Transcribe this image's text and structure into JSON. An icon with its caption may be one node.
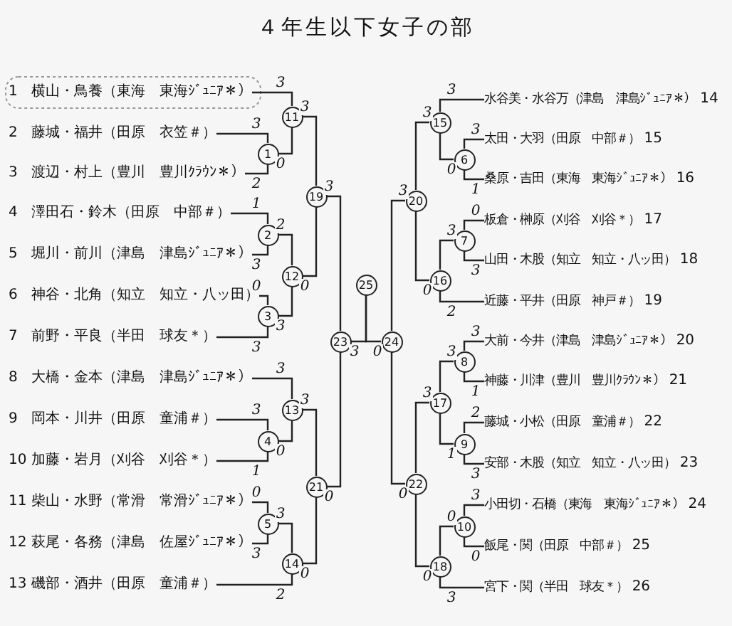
{
  "diagram": {
    "title": "４年生以下女子の部",
    "nodes": [
      {
        "text": [
          "横山・鳥養（東海　東海ｼﾞｭﾆｱ＊）"
        ],
        "beside": [
          "1"
        ]
      },
      {
        "text": [
          "藤城・福井（田原　衣笠＃）"
        ],
        "beside": [
          "2"
        ]
      },
      {
        "text": [
          "渡辺・村上（豊川　豊川ｸﾗｳﾝ＊）"
        ],
        "beside": [
          "3"
        ]
      },
      {
        "text": [
          "澤田石・鈴木（田原　中部＃）"
        ],
        "beside": [
          "4"
        ]
      },
      {
        "text": [
          "堀川・前川（津島　津島ｼﾞｭﾆｱ＊）"
        ],
        "beside": [
          "5"
        ]
      },
      {
        "text": [
          "神谷・北角（知立　知立・八ッ田）"
        ],
        "beside": [
          "6"
        ]
      },
      {
        "text": [
          "前野・平良（半田　球友＊）"
        ],
        "beside": [
          "7"
        ]
      },
      {
        "text": [
          "大橋・金本（津島　津島ｼﾞｭﾆｱ＊）"
        ],
        "beside": [
          "8"
        ]
      },
      {
        "text": [
          "岡本・川井（田原　童浦＃）"
        ],
        "beside": [
          "9"
        ]
      },
      {
        "text": [
          "加藤・岩月（刈谷　刈谷＊）"
        ],
        "beside": [
          "10"
        ]
      },
      {
        "text": [
          "柴山・水野（常滑　常滑ｼﾞｭﾆｱ＊）"
        ],
        "beside": [
          "11"
        ]
      },
      {
        "text": [
          "萩尾・各務（津島　佐屋ｼﾞｭﾆｱ＊）"
        ],
        "beside": [
          "12"
        ]
      },
      {
        "text": [
          "磯部・酒井（田原　童浦＃）"
        ],
        "beside": [
          "13"
        ]
      },
      {
        "text": [
          "水谷美・水谷万（津島　津島ｼﾞｭﾆｱ＊）"
        ],
        "beside": [
          "14"
        ]
      },
      {
        "text": [
          "太田・大羽（田原　中部＃）"
        ],
        "beside": [
          "15"
        ]
      },
      {
        "text": [
          "桑原・吉田（東海　東海ｼﾞｭﾆｱ＊）"
        ],
        "beside": [
          "16"
        ]
      },
      {
        "text": [
          "板倉・榊原（刈谷　刈谷＊）"
        ],
        "beside": [
          "17"
        ]
      },
      {
        "text": [
          "山田・木股（知立　知立・八ッ田）"
        ],
        "beside": [
          "18"
        ]
      },
      {
        "text": [
          "近藤・平井（田原　神戸＃）"
        ],
        "beside": [
          "19"
        ]
      },
      {
        "text": [
          "大前・今井（津島　津島ｼﾞｭﾆｱ＊）"
        ],
        "beside": [
          "20"
        ]
      },
      {
        "text": [
          "神藤・川津（豊川　豊川ｸﾗｳﾝ＊）"
        ],
        "beside": [
          "21"
        ]
      },
      {
        "text": [
          "藤城・小松（田原　童浦＃）"
        ],
        "beside": [
          "22"
        ]
      },
      {
        "text": [
          "安部・木股（知立　知立・八ッ田）"
        ],
        "beside": [
          "23"
        ]
      },
      {
        "text": [
          "小田切・石橋（東海　東海ｼﾞｭﾆｱ＊）"
        ],
        "beside": [
          "24"
        ]
      },
      {
        "text": [
          "飯尾・関（田原　中部＃）"
        ],
        "beside": [
          "25"
        ]
      },
      {
        "text": [
          "宮下・関（半田　球友＊）"
        ],
        "beside": [
          "26"
        ]
      },
      {
        "text": [
          "1"
        ]
      },
      {
        "text": [
          "2"
        ]
      },
      {
        "text": [
          "3"
        ]
      },
      {
        "text": [
          "4"
        ]
      },
      {
        "text": [
          "5"
        ]
      },
      {
        "text": [
          "6"
        ]
      },
      {
        "text": [
          "7"
        ]
      },
      {
        "text": [
          "8"
        ]
      },
      {
        "text": [
          "9"
        ]
      },
      {
        "text": [
          "10"
        ]
      },
      {
        "text": [
          "11"
        ]
      },
      {
        "text": [
          "12"
        ]
      },
      {
        "text": [
          "13"
        ]
      },
      {
        "text": [
          "14"
        ]
      },
      {
        "text": [
          "15"
        ]
      },
      {
        "text": [
          "16"
        ]
      },
      {
        "text": [
          "17"
        ]
      },
      {
        "text": [
          "18"
        ]
      },
      {
        "text": [
          "19"
        ]
      },
      {
        "text": [
          "20"
        ]
      },
      {
        "text": [
          "21"
        ]
      },
      {
        "text": [
          "22"
        ]
      },
      {
        "text": [
          "23"
        ]
      },
      {
        "text": [
          "24"
        ]
      },
      {
        "text": [
          "25"
        ]
      }
    ],
    "edges": [
      {
        "from": 1,
        "to": 26,
        "arrow": "none",
        "label": "3"
      },
      {
        "from": 2,
        "to": 26,
        "arrow": "none",
        "label": "2"
      },
      {
        "from": 0,
        "to": 36,
        "arrow": "none",
        "label": "3"
      },
      {
        "from": 26,
        "to": 36,
        "arrow": "none",
        "label": "0"
      },
      {
        "from": 3,
        "to": 27,
        "arrow": "none",
        "label": "1"
      },
      {
        "from": 4,
        "to": 27,
        "arrow": "none",
        "label": "3"
      },
      {
        "from": 5,
        "to": 28,
        "arrow": "none",
        "label": "0"
      },
      {
        "from": 6,
        "to": 28,
        "arrow": "none",
        "label": "3"
      },
      {
        "from": 27,
        "to": 37,
        "arrow": "none",
        "label": "2"
      },
      {
        "from": 28,
        "to": 37,
        "arrow": "none",
        "label": "3"
      },
      {
        "from": 36,
        "to": 44,
        "arrow": "none",
        "label": "3"
      },
      {
        "from": 37,
        "to": 44,
        "arrow": "none",
        "label": "0"
      },
      {
        "from": 8,
        "to": 29,
        "arrow": "none",
        "label": "3"
      },
      {
        "from": 9,
        "to": 29,
        "arrow": "none",
        "label": "1"
      },
      {
        "from": 7,
        "to": 38,
        "arrow": "none",
        "label": "3"
      },
      {
        "from": 29,
        "to": 38,
        "arrow": "none",
        "label": "0"
      },
      {
        "from": 10,
        "to": 30,
        "arrow": "none",
        "label": "0"
      },
      {
        "from": 11,
        "to": 30,
        "arrow": "none",
        "label": "3"
      },
      {
        "from": 30,
        "to": 39,
        "arrow": "none",
        "label": "3"
      },
      {
        "from": 12,
        "to": 39,
        "arrow": "none",
        "label": "2"
      },
      {
        "from": 38,
        "to": 46,
        "arrow": "none",
        "label": "3"
      },
      {
        "from": 39,
        "to": 46,
        "arrow": "none",
        "label": "0"
      },
      {
        "from": 44,
        "to": 48,
        "arrow": "none",
        "label": "3"
      },
      {
        "from": 46,
        "to": 48,
        "arrow": "none",
        "label": "0"
      },
      {
        "from": 14,
        "to": 31,
        "arrow": "none",
        "label": "3"
      },
      {
        "from": 15,
        "to": 31,
        "arrow": "none",
        "label": "1"
      },
      {
        "from": 13,
        "to": 40,
        "arrow": "none",
        "label": "3"
      },
      {
        "from": 31,
        "to": 40,
        "arrow": "none",
        "label": "0"
      },
      {
        "from": 16,
        "to": 32,
        "arrow": "none",
        "label": "0"
      },
      {
        "from": 17,
        "to": 32,
        "arrow": "none",
        "label": "3"
      },
      {
        "from": 32,
        "to": 41,
        "arrow": "none",
        "label": "3"
      },
      {
        "from": 18,
        "to": 41,
        "arrow": "none",
        "label": "2"
      },
      {
        "from": 40,
        "to": 45,
        "arrow": "none",
        "label": "3"
      },
      {
        "from": 41,
        "to": 45,
        "arrow": "none",
        "label": "0"
      },
      {
        "from": 19,
        "to": 33,
        "arrow": "none",
        "label": "3"
      },
      {
        "from": 20,
        "to": 33,
        "arrow": "none",
        "label": "1"
      },
      {
        "from": 21,
        "to": 34,
        "arrow": "none",
        "label": "2"
      },
      {
        "from": 22,
        "to": 34,
        "arrow": "none",
        "label": "3"
      },
      {
        "from": 33,
        "to": 42,
        "arrow": "none",
        "label": "3"
      },
      {
        "from": 34,
        "to": 42,
        "arrow": "none",
        "label": "1"
      },
      {
        "from": 23,
        "to": 35,
        "arrow": "none",
        "label": "3"
      },
      {
        "from": 24,
        "to": 35,
        "arrow": "none",
        "label": "0"
      },
      {
        "from": 35,
        "to": 43,
        "arrow": "none",
        "label": "0"
      },
      {
        "from": 25,
        "to": 43,
        "arrow": "none",
        "label": "3"
      },
      {
        "from": 42,
        "to": 47,
        "arrow": "none",
        "label": "3"
      },
      {
        "from": 43,
        "to": 47,
        "arrow": "none",
        "label": "0"
      },
      {
        "from": 45,
        "to": 49,
        "arrow": "none",
        "label": "3"
      },
      {
        "from": 47,
        "to": 49,
        "arrow": "none",
        "label": "0"
      },
      {
        "from": 48,
        "to": 50,
        "arrow": "none",
        "label": "3"
      },
      {
        "from": 49,
        "to": 50,
        "arrow": "none",
        "label": "0"
      }
    ]
  }
}
